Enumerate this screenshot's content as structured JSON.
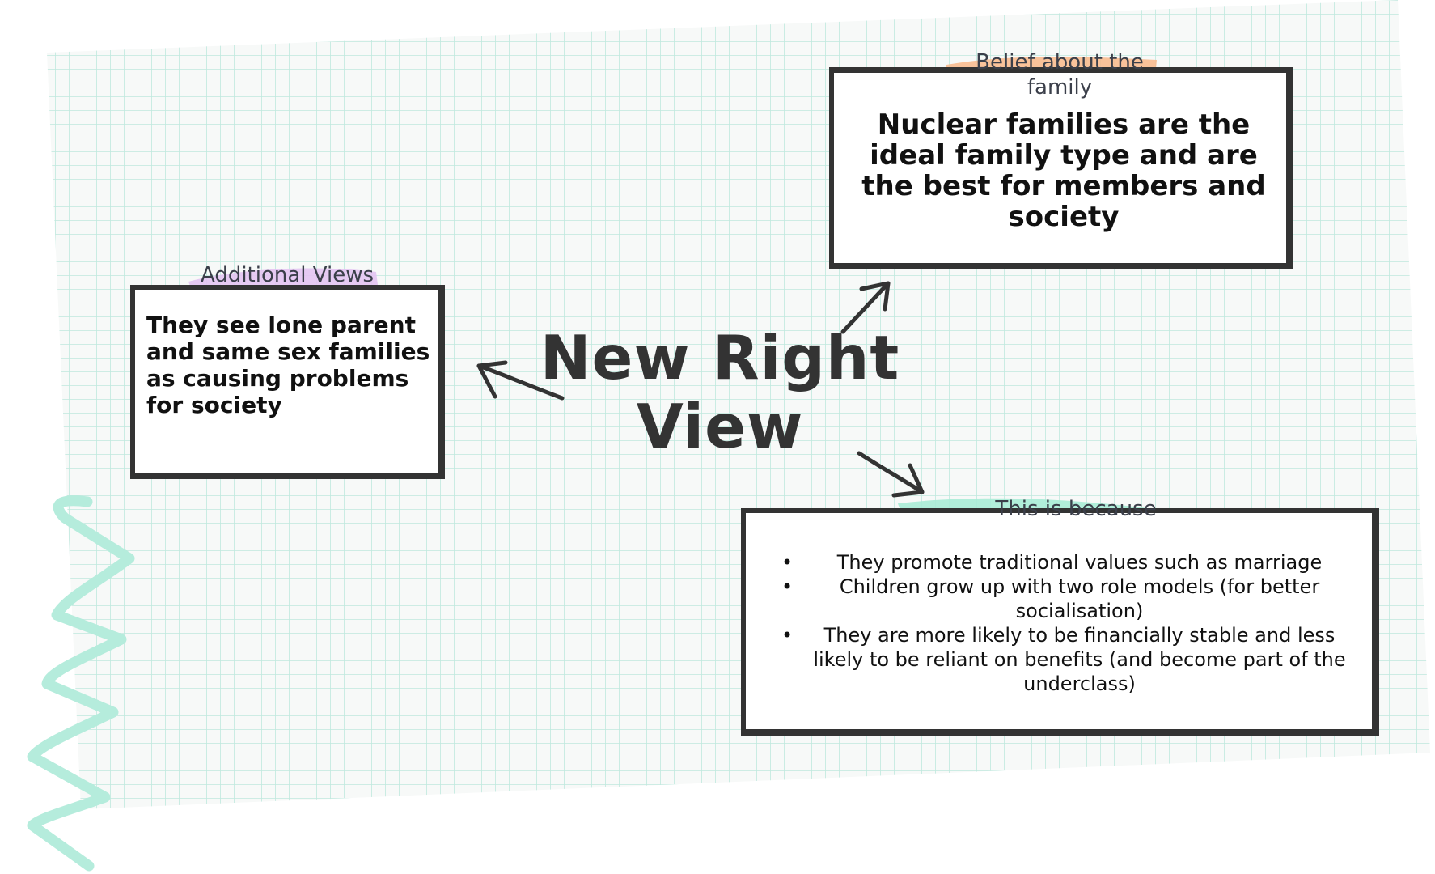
{
  "title": "New Right View",
  "belief": {
    "tag": "Belief about the family",
    "text": "Nuclear families are the ideal family type and are the best for members and society"
  },
  "additional": {
    "tag": "Additional Views",
    "text": "They see lone parent and same sex families as causing problems for society"
  },
  "because": {
    "tag": "This is because",
    "items": [
      "They promote traditional values such as marriage",
      "Children grow up with two role models (for better socialisation)",
      "They are more likely to be financially stable and less likely to be reliant on benefits (and become part of the underclass)"
    ]
  },
  "colors": {
    "grid": "#bfe8de",
    "squiggle": "#b5ecdc",
    "highlight_belief": "#f9b98a",
    "highlight_additional": "#e3c4f2",
    "highlight_because": "#a9ecd6",
    "ink": "#333333"
  }
}
